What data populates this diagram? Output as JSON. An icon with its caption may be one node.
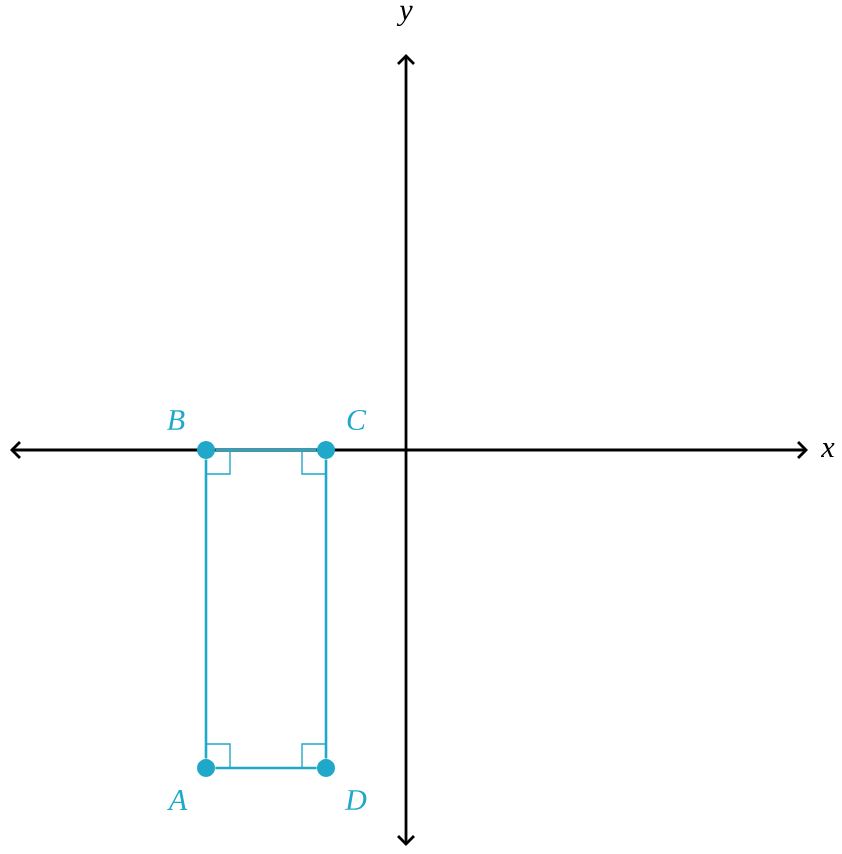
{
  "diagram": {
    "nodes": [
      {
        "text": [],
        "shape": "circle",
        "beside": [
          "B"
        ]
      },
      {
        "text": [],
        "shape": "circle",
        "beside": [
          "C"
        ]
      },
      {
        "text": [],
        "shape": "circle",
        "beside": [
          "A"
        ]
      },
      {
        "text": [],
        "shape": "circle",
        "beside": [
          "D"
        ]
      }
    ],
    "edges": [
      {
        "from": 0,
        "to": 1,
        "arrow": "none"
      },
      {
        "from": 1,
        "to": 3,
        "arrow": "none"
      },
      {
        "from": 3,
        "to": 2,
        "arrow": "none"
      },
      {
        "from": 2,
        "to": 0,
        "arrow": "none"
      }
    ],
    "labels": [
      "y",
      "x"
    ]
  }
}
